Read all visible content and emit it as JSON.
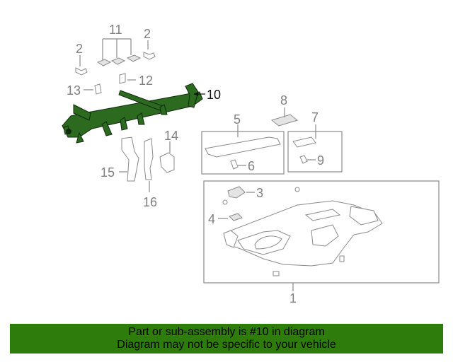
{
  "callouts": {
    "c1": "1",
    "c2a": "2",
    "c2b": "2",
    "c3": "3",
    "c4": "4",
    "c5": "5",
    "c6": "6",
    "c7": "7",
    "c8": "8",
    "c9": "9",
    "c10": "10",
    "c11": "11",
    "c12": "12",
    "c13": "13",
    "c14": "14",
    "c15": "15",
    "c16": "16"
  },
  "highlighted_part": "10",
  "colors": {
    "highlight": "#2c6a1f",
    "banner": "#2e7d0c",
    "line": "#8a8a8a"
  },
  "banner": {
    "line1": "Part or sub-assembly is #10 in diagram",
    "line2": "Diagram may not be specific to your vehicle"
  }
}
